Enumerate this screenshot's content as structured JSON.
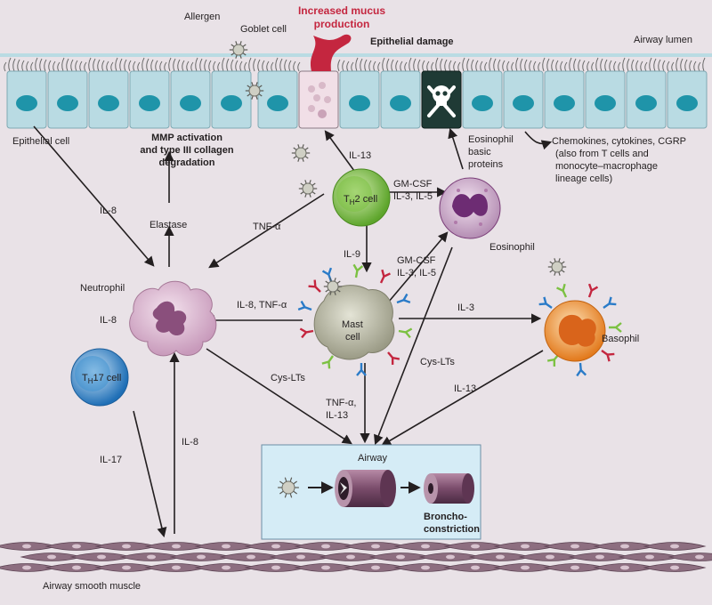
{
  "labels": {
    "allergen": "Allergen",
    "goblet_cell": "Goblet cell",
    "increased_mucus_1": "Increased mucus",
    "increased_mucus_2": "production",
    "epithelial_damage": "Epithelial damage",
    "airway_lumen": "Airway lumen",
    "epithelial_cell": "Epithelial cell",
    "mmp_1": "MMP activation",
    "mmp_2": "and type III collagen",
    "mmp_3": "degradation",
    "eos_basic_1": "Eosinophil",
    "eos_basic_2": "basic",
    "eos_basic_3": "proteins",
    "chemokines_1": "Chemokines, cytokines, CGRP",
    "chemokines_2": "(also from T cells and",
    "chemokines_3": "monocyte–macrophage",
    "chemokines_4": "lineage cells)",
    "il13_top": "IL-13",
    "il8_left": "IL-8",
    "elastase": "Elastase",
    "tnfa": "TNF-α",
    "th2_T": "T",
    "th2_sub": "H",
    "th2_rest": "2  cell",
    "gmcsf_1": "GM-CSF",
    "gmcsf_1b": "IL-3, IL-5",
    "eosinophil": "Eosinophil",
    "il9": "IL-9",
    "gmcsf_2": "GM-CSF",
    "gmcsf_2b": "IL-3, IL-5",
    "neutrophil": "Neutrophil",
    "il8_loop": "IL-8",
    "il8_tnfa": "IL-8, TNF-α",
    "mast_1": "Mast",
    "mast_2": "cell",
    "il3": "IL-3",
    "basophil": "Basophil",
    "th17_T": "T",
    "th17_sub": "H",
    "th17_rest": "17 cell",
    "cyslts_1": "Cys-LTs",
    "cyslts_2": "Cys-LTs",
    "il13_baso": "IL-13",
    "tnfa_il13_1": "TNF-α,",
    "tnfa_il13_2": "IL-13",
    "il17": "IL-17",
    "il8_bottom": "IL-8",
    "airway": "Airway",
    "broncho_1": "Broncho-",
    "broncho_2": "constriction",
    "airway_smooth_muscle": "Airway smooth muscle"
  },
  "colors": {
    "background": "#e9e2e7",
    "epithelium": "#b9dbe3",
    "nucleus": "#1f94a9",
    "mucus": "#c4263f",
    "th2_cell": "#7cc142",
    "th17_cell": "#3a8fd0",
    "eosinophil": "#8e3d8a",
    "basophil": "#f08a1f",
    "mast_cell": "#b8b8a4",
    "neutrophil": "#d9b3cf",
    "smooth_muscle": "#8d6e80",
    "airway_box": "#d5ecf6"
  },
  "icons": [
    "allergen-icon",
    "skull-crossbones-icon",
    "airway-tube-icon",
    "constricted-airway-icon"
  ]
}
